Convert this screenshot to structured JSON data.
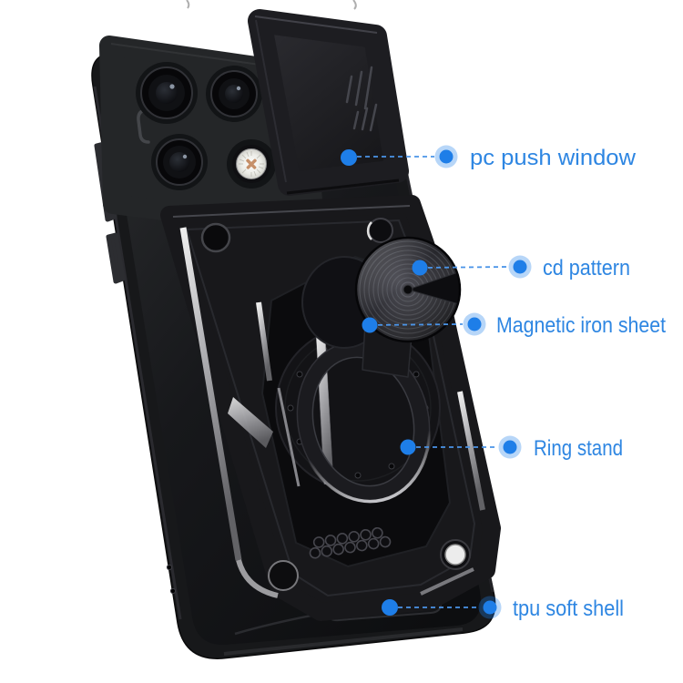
{
  "image": {
    "background": "#ffffff",
    "description": "black armor phone case product callout diagram: slide camera cover, cd-pattern metal disc, magnetic ring kickstand"
  },
  "annotations": [
    {
      "label": "pc push window"
    },
    {
      "label": "cd pattern"
    },
    {
      "label": "Magnetic iron sheet"
    },
    {
      "label": "Ring stand"
    },
    {
      "label": "tpu soft shell"
    }
  ],
  "style": {
    "accent_blue": "#1e7ee8",
    "connector_blue": "#4a94e8",
    "label_text_blue": "#2e86e2",
    "halo_opacity": 0.32,
    "case_black": "#18181b",
    "silver_accent": "#d9d9dc"
  },
  "icons": {
    "callout_dot": "filled-circle-with-halo",
    "anchor_dot": "filled-circle"
  }
}
